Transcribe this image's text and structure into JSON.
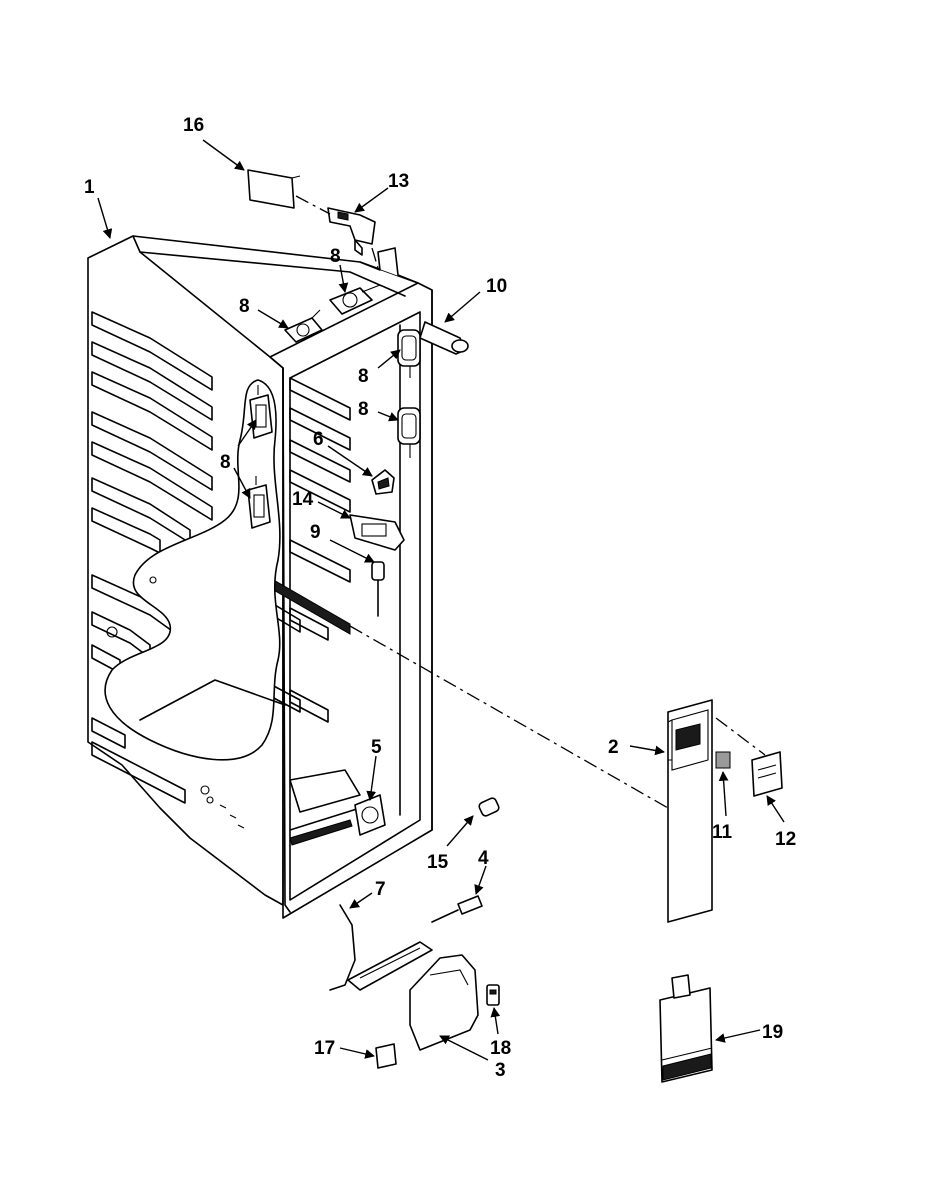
{
  "callouts": {
    "c1": "1",
    "c2": "2",
    "c3": "3",
    "c4": "4",
    "c5": "5",
    "c6": "6",
    "c7": "7",
    "c8a": "8",
    "c8b": "8",
    "c8c": "8",
    "c8d": "8",
    "c8e": "8",
    "c9": "9",
    "c10": "10",
    "c11": "11",
    "c12": "12",
    "c13": "13",
    "c14": "14",
    "c15": "15",
    "c16": "16",
    "c17": "17",
    "c18": "18",
    "c19": "19"
  }
}
